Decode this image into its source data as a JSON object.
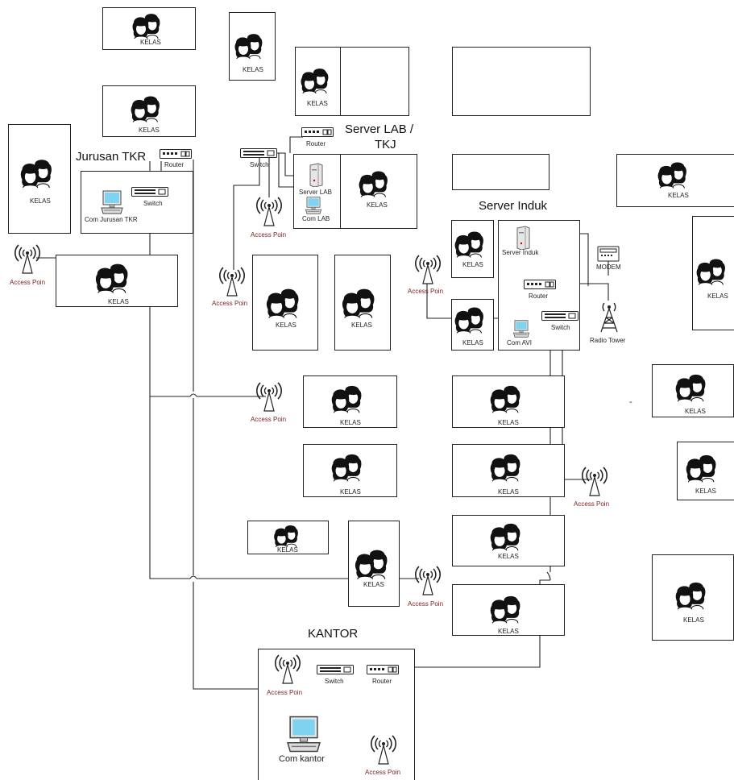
{
  "titles": {
    "jurusan_tkr": "Jurusan TKR",
    "server_lab": "Server LAB /",
    "server_lab_2": "TKJ",
    "server_induk": "Server Induk",
    "kantor": "KANTOR"
  },
  "labels": {
    "kelas": "KELAS",
    "router": "Router",
    "switch": "Switch",
    "access_poin": "Access Poin",
    "server_lab": "Server LAB",
    "com_lab": "Com LAB",
    "com_jurusan_tkr": "Com Jurusan TKR",
    "server_induk": "Server Induk",
    "modem": "MODEM",
    "radio_tower": "Radio Tower",
    "com_avi": "Com AVI",
    "com_kantor": "Com kantor",
    "dash": "-"
  },
  "icons": {
    "people": "people-icon",
    "router": "router-icon",
    "switch": "switch-icon",
    "access_point": "access-point-icon",
    "server": "server-icon",
    "computer": "computer-icon",
    "modem": "modem-icon",
    "tower": "radio-tower-icon"
  },
  "colors": {
    "line": "#222222",
    "face_skin": "#ffffff",
    "hair": "#111111",
    "screen": "#7fd3f0",
    "label_red": "#7a1f1f"
  }
}
